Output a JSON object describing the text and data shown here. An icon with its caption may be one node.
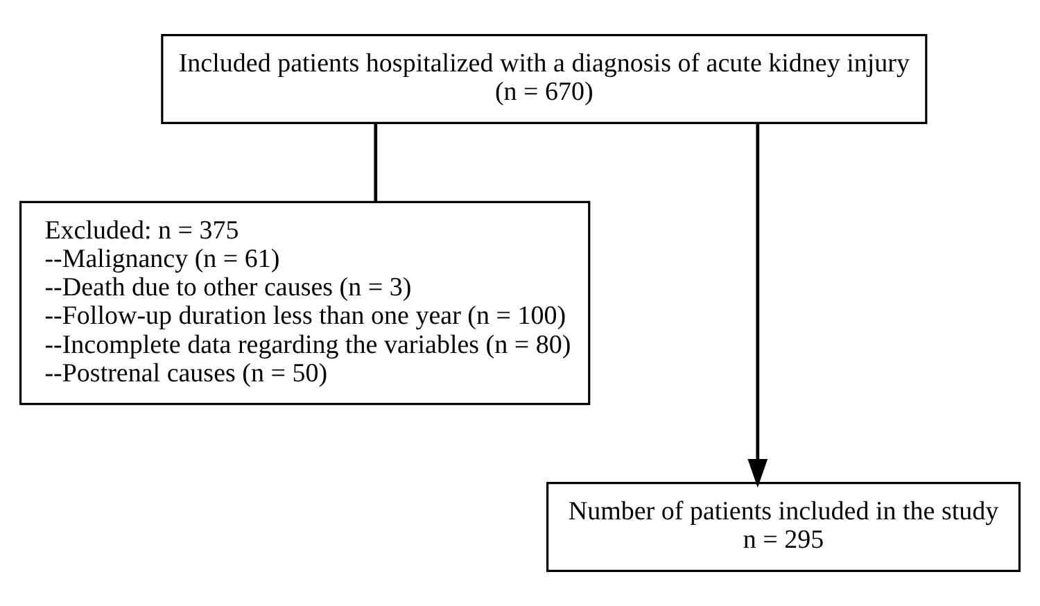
{
  "diagram": {
    "nodes": [
      {
        "text": [
          "Included patients hospitalized with a diagnosis of acute kidney injury",
          "(n = 670)"
        ]
      },
      {
        "text": [
          "Excluded: n = 375",
          "--Malignancy (n = 61)",
          "--Death due to other causes (n = 3)",
          "--Follow-up duration less than one year (n = 100)",
          "--Incomplete data regarding the variables (n = 80)",
          "--Postrenal causes (n = 50)"
        ]
      },
      {
        "text": [
          "Number of patients included in the study",
          "n = 295"
        ]
      }
    ],
    "edges": [
      {
        "from": 0,
        "to": 2,
        "arrow": "to"
      },
      {
        "from": 0,
        "to": 1,
        "arrow": "none"
      }
    ]
  }
}
